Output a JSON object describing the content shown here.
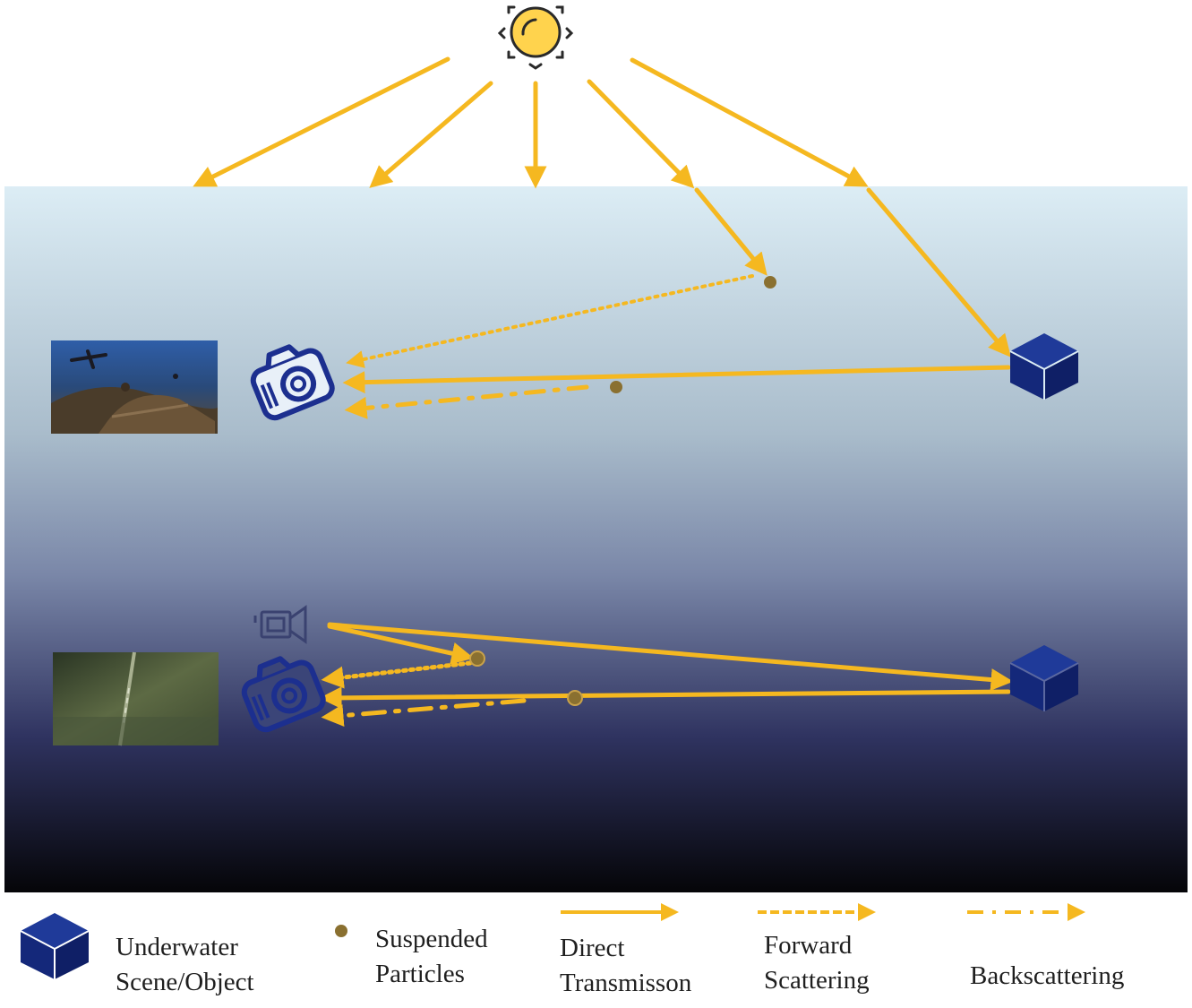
{
  "colors": {
    "light": "#f5b820",
    "object": "#14287a",
    "camera": "#1c2f8f",
    "particle": "#8a7030",
    "water_top": "#dcedf5",
    "water_mid": "#7a87a8",
    "water_bottom": "#050508",
    "sun_fill": "#ffd34d"
  },
  "icons": {
    "sun": "sun-icon",
    "camera": "camera-icon",
    "video_camera": "video-camera-icon",
    "object": "cube-icon",
    "particle": "particle-dot"
  },
  "legend": {
    "object": {
      "line1": "Underwater",
      "line2": "Scene/Object"
    },
    "particles": {
      "line1": "Suspended",
      "line2": "Particles"
    },
    "direct": {
      "line1": "Direct",
      "line2": "Transmisson"
    },
    "forward": {
      "line1": "Forward",
      "line2": "Scattering"
    },
    "back": {
      "line1": "Backscattering"
    }
  }
}
